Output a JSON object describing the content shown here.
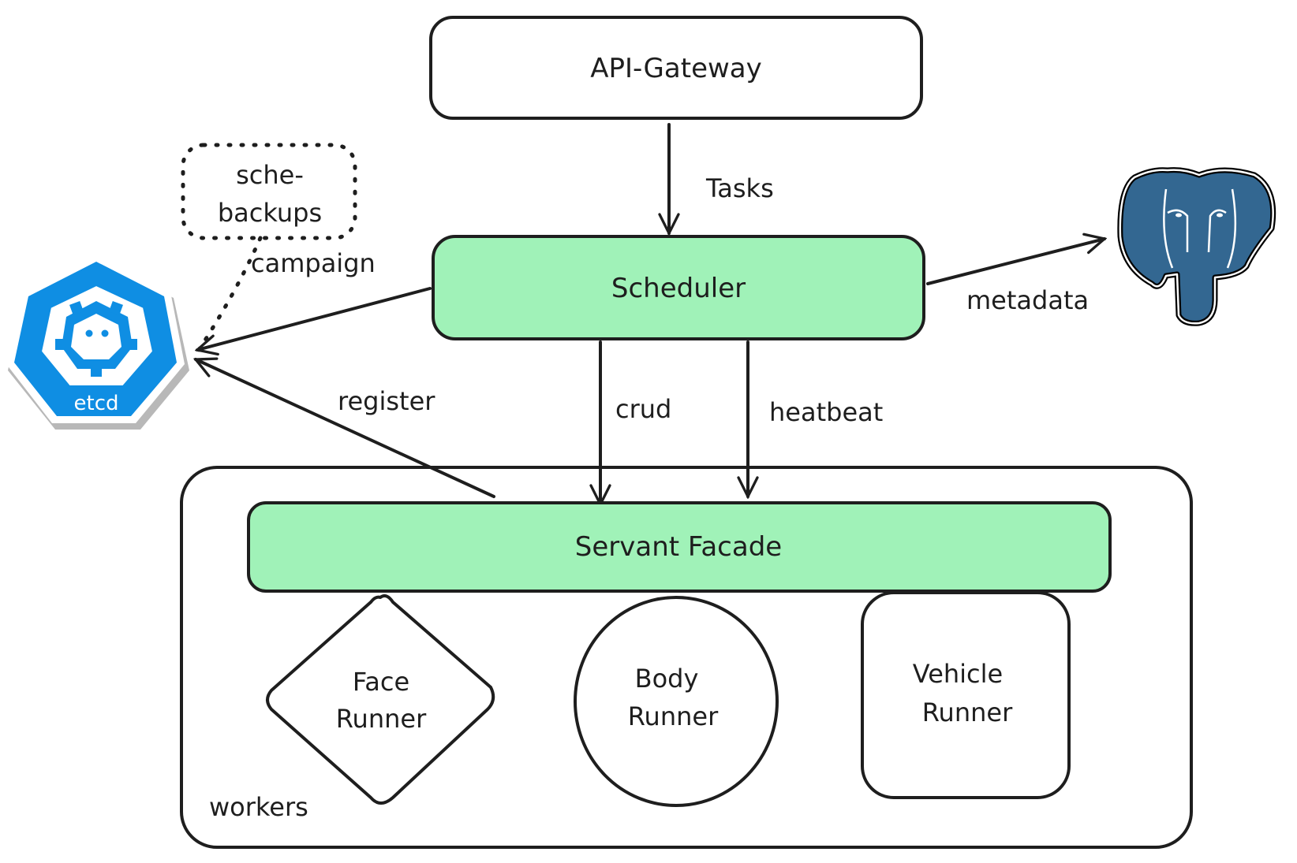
{
  "diagram": {
    "nodes": {
      "api_gateway": {
        "label": "API-Gateway"
      },
      "scheduler": {
        "label": "Scheduler"
      },
      "sche_backups": {
        "line1": "sche-",
        "line2": "backups"
      },
      "servant_facade": {
        "label": "Servant Facade"
      },
      "face_runner": {
        "line1": "Face",
        "line2": "Runner"
      },
      "body_runner": {
        "line1": "Body",
        "line2": "Runner"
      },
      "vehicle_runner": {
        "line1": "Vehicle",
        "line2": "Runner"
      },
      "workers_group": {
        "label": "workers"
      },
      "etcd": {
        "label": "etcd",
        "icon": "etcd-logo-icon"
      },
      "postgres": {
        "icon": "postgresql-elephant-icon"
      }
    },
    "edges": {
      "tasks": {
        "label": "Tasks",
        "from": "API-Gateway",
        "to": "Scheduler"
      },
      "metadata": {
        "label": "metadata",
        "from": "Scheduler",
        "to": "PostgreSQL"
      },
      "crud": {
        "label": "crud",
        "from": "Scheduler",
        "to": "Servant Facade"
      },
      "heartbeat": {
        "label": "heatbeat",
        "from": "Scheduler",
        "to": "Servant Facade"
      },
      "register": {
        "label": "register",
        "from": "Servant Facade",
        "to": "etcd"
      },
      "campaign": {
        "label": "campaign",
        "from": "sche-backups",
        "to": "etcd"
      },
      "scheduler_etcd": {
        "label": "",
        "from": "Scheduler",
        "to": "etcd"
      }
    },
    "colors": {
      "node_fill_green": "#a0f2b8",
      "stroke": "#1e1e1e",
      "etcd_blue": "#0f8ee3",
      "postgres_blue": "#336791"
    }
  }
}
